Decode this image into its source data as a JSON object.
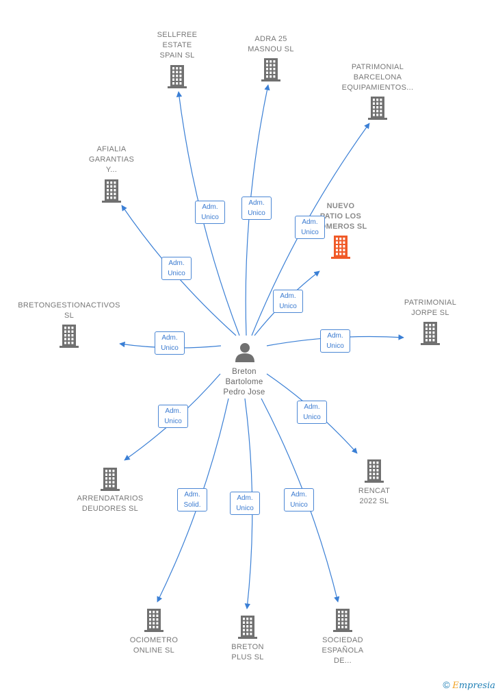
{
  "center": {
    "label": "Breton\nBartolome\nPedro Jose"
  },
  "nodes": [
    {
      "id": "sellfree",
      "label": "SELLFREE\nESTATE\nSPAIN  SL"
    },
    {
      "id": "adra",
      "label": "ADRA 25\nMASNOU  SL"
    },
    {
      "id": "patrimonial_bcn",
      "label": "PATRIMONIAL\nBARCELONA\nEQUIPAMIENTOS..."
    },
    {
      "id": "afialia",
      "label": "AFIALIA\nGARANTIAS\nY..."
    },
    {
      "id": "nuevo",
      "label": "NUEVO\nPATIO LOS\nROMEROS  SL",
      "highlight": true
    },
    {
      "id": "bretongestion",
      "label": "BRETONGESTIONACTIVOS\nSL"
    },
    {
      "id": "jorpe",
      "label": "PATRIMONIAL\nJORPE  SL"
    },
    {
      "id": "arrendatarios",
      "label": "ARRENDATARIOS\nDEUDORES SL"
    },
    {
      "id": "rencat",
      "label": "RENCAT\n2022  SL"
    },
    {
      "id": "ociometro",
      "label": "OCIOMETRO\nONLINE SL"
    },
    {
      "id": "bretonplus",
      "label": "BRETON\nPLUS  SL"
    },
    {
      "id": "sociedad",
      "label": "SOCIEDAD\nESPAÑOLA\nDE..."
    }
  ],
  "edges": [
    {
      "to": "sellfree",
      "label": "Adm.\nUnico"
    },
    {
      "to": "adra",
      "label": "Adm.\nUnico"
    },
    {
      "to": "patrimonial_bcn",
      "label": "Adm.\nUnico"
    },
    {
      "to": "afialia",
      "label": "Adm.\nUnico"
    },
    {
      "to": "nuevo",
      "label": "Adm.\nUnico"
    },
    {
      "to": "bretongestion",
      "label": "Adm.\nUnico"
    },
    {
      "to": "jorpe",
      "label": "Adm.\nUnico"
    },
    {
      "to": "arrendatarios",
      "label": "Adm.\nUnico"
    },
    {
      "to": "rencat",
      "label": "Adm.\nUnico"
    },
    {
      "to": "ociometro",
      "label": "Adm.\nSolid."
    },
    {
      "to": "bretonplus",
      "label": "Adm.\nUnico"
    },
    {
      "to": "sociedad",
      "label": "Adm.\nUnico"
    }
  ],
  "colors": {
    "edge": "#3a7fd5",
    "building": "#707070",
    "building_highlight": "#f05a28",
    "person": "#707070"
  },
  "footer": {
    "copyright": "©",
    "brand_first": "E",
    "brand_rest": "mpresia"
  }
}
